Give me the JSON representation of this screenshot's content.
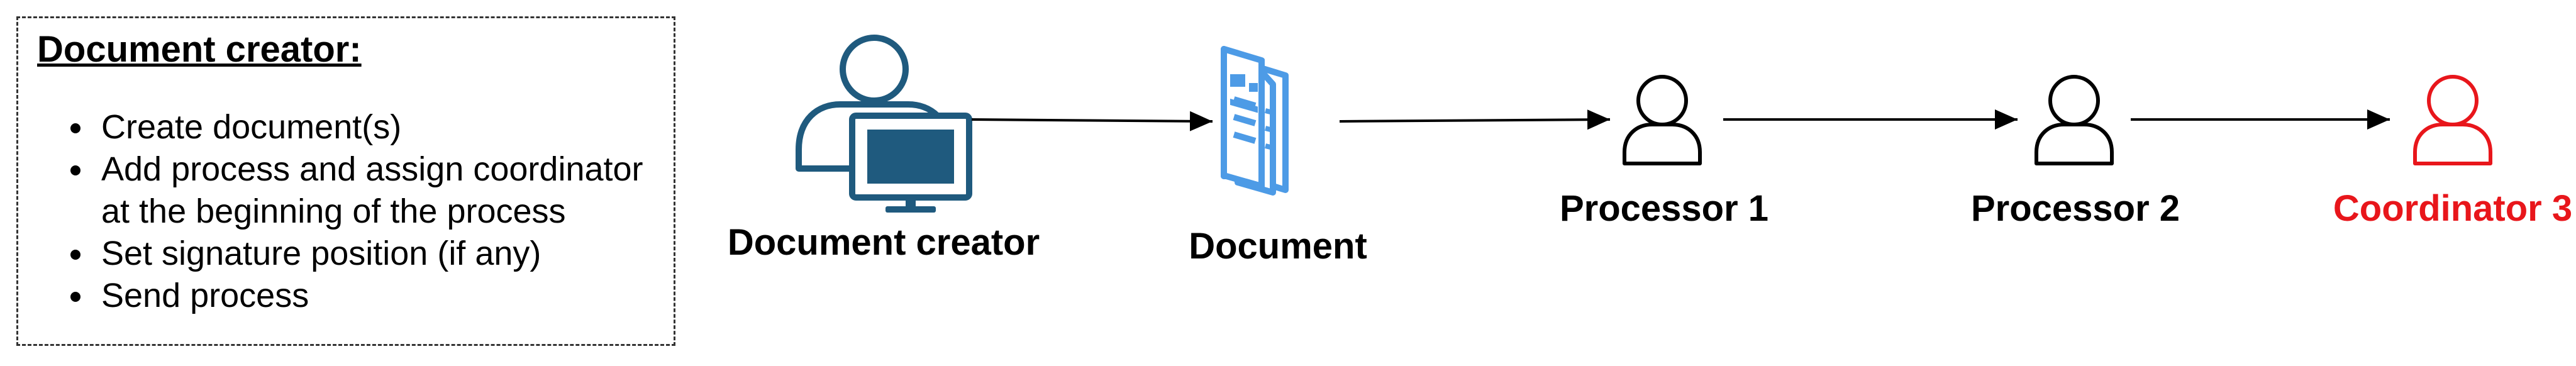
{
  "description": {
    "title": "Document creator:",
    "items": [
      "Create document(s)",
      "Add process and assign coordinator at the beginning of the process",
      "Set signature position (if any)",
      "Send process"
    ]
  },
  "nodes": {
    "creator": "Document creator",
    "document": "Document",
    "processor1": "Processor 1",
    "processor2": "Processor 2",
    "coordinator3": "Coordinator 3"
  },
  "colors": {
    "creator_icon": "#1f5a7e",
    "document_icon": "#4d9be6",
    "person_icon": "#000000",
    "coordinator": "#e8161b"
  }
}
